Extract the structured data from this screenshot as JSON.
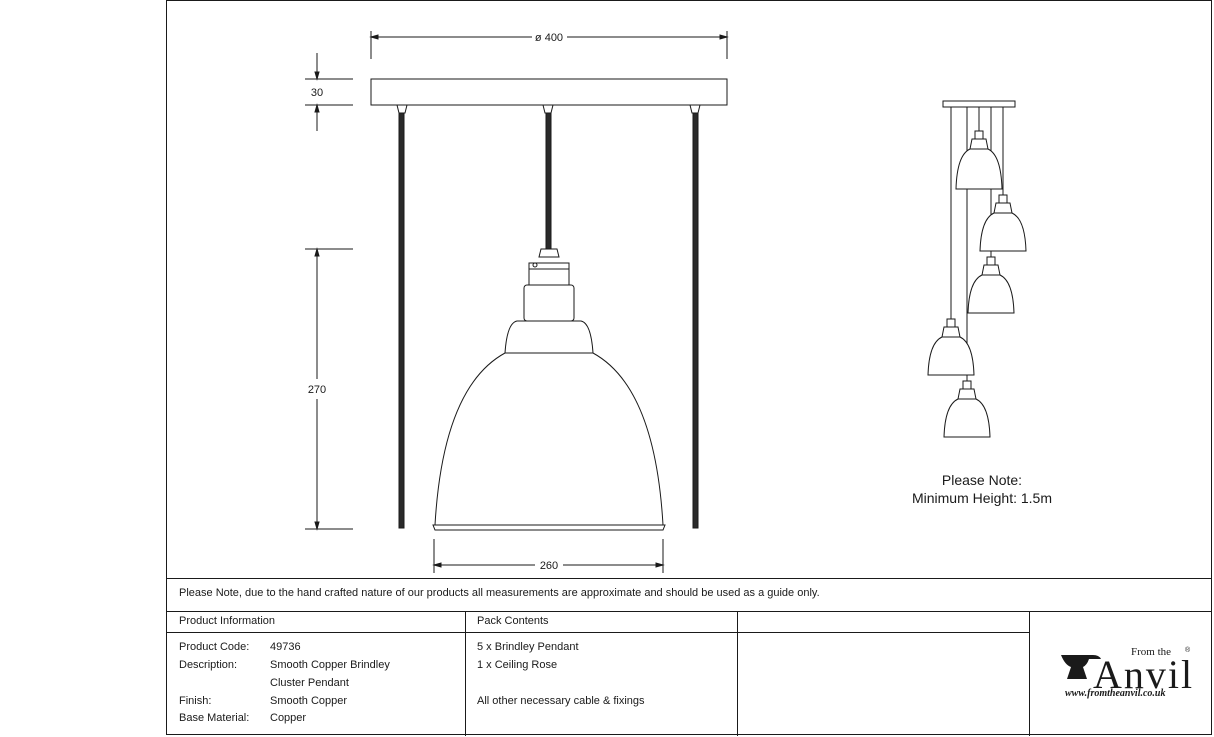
{
  "dimensions": {
    "width": "ø 400",
    "rose_height": "30",
    "drop": "270",
    "shade_width": "260"
  },
  "min_height_note": {
    "line1": "Please Note:",
    "line2": "Minimum Height: 1.5m"
  },
  "disclaimer": "Please Note, due to the hand crafted nature of our products all measurements are approximate and should be used as a guide only.",
  "product_info": {
    "heading": "Product Information",
    "rows": [
      {
        "label": "Product Code:",
        "value": "49736"
      },
      {
        "label": "Description:",
        "value": "Smooth Copper Brindley"
      },
      {
        "label": "",
        "value": "Cluster Pendant"
      },
      {
        "label": "Finish:",
        "value": "Smooth Copper"
      },
      {
        "label": "Base Material:",
        "value": "Copper"
      }
    ]
  },
  "pack_contents": {
    "heading": "Pack Contents",
    "items": [
      "5 x Brindley Pendant",
      "1 x Ceiling Rose",
      "All other necessary cable & fixings"
    ]
  },
  "logo": {
    "from_the": "From the",
    "name": "Anvil",
    "reg": "®",
    "url": "www.fromtheanvil.co.uk"
  }
}
